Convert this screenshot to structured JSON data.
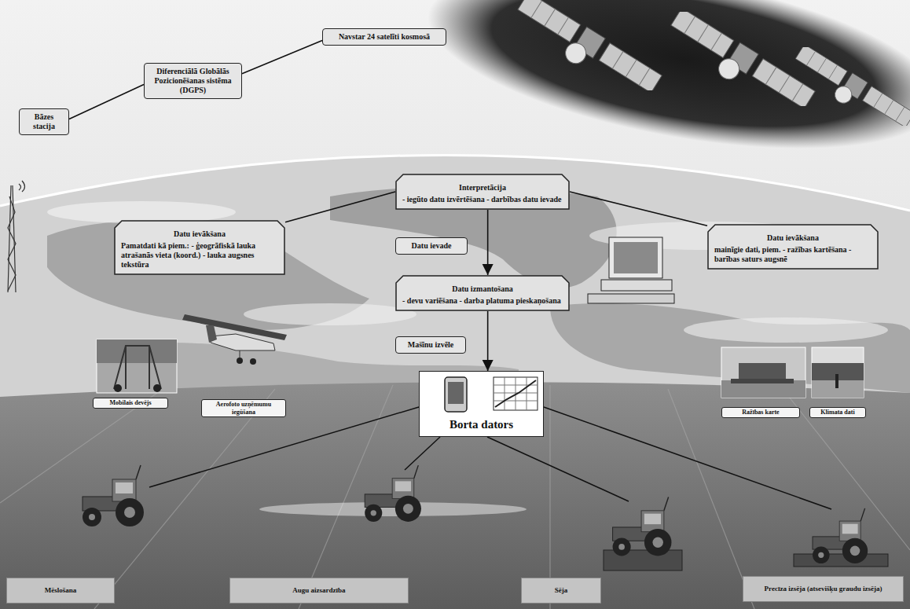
{
  "diagram": {
    "nodes": [
      {
        "text": [
          "Navstar 24 satelīti kosmosā"
        ]
      },
      {
        "text": [
          "Diferenciālā Globālās Pozicionēšanas sistēma (DGPS)"
        ]
      },
      {
        "text": [
          "Bāzes stacija"
        ]
      },
      {
        "text": [
          "Interpretācija",
          "- iegūto datu izvērtēšana - darbības datu ievade"
        ]
      },
      {
        "text": [
          "Datu ievākšana",
          "Pamatdati kā piem.: - ģeogrāfiskā lauka atrašanās vieta (koord.) - lauka augsnes tekstūra"
        ]
      },
      {
        "text": [
          "Datu ievākšana",
          "mainīgie dati, piem. - ražības kartēšana - barības saturs augsnē"
        ]
      },
      {
        "text": [
          "Datu ievade"
        ]
      },
      {
        "text": [
          "Datu izmantošana",
          "- devu variēšana - darba platuma pieskaņošana"
        ]
      },
      {
        "text": [
          "Mašīnu izvēle"
        ]
      },
      {
        "text": [
          "Mobilais devējs"
        ]
      },
      {
        "text": [
          "Aerofoto uzņēmumu iegūšana"
        ]
      },
      {
        "text": [
          "Borta dators"
        ]
      },
      {
        "text": [
          "Ražības karte"
        ]
      },
      {
        "text": [
          "Klimata dati"
        ]
      },
      {
        "text": [
          "Mēslošana"
        ]
      },
      {
        "text": [
          "Augu aizsardzība"
        ]
      },
      {
        "text": [
          "Sēja"
        ]
      },
      {
        "text": [
          "Precīza izsēja (atsevišķu graudu izsēja)"
        ]
      }
    ],
    "edges": [
      {
        "from": 2,
        "to": 1,
        "arrow": "none"
      },
      {
        "from": 1,
        "to": 0,
        "arrow": "none"
      },
      {
        "from": 3,
        "to": 4,
        "arrow": "none"
      },
      {
        "from": 3,
        "to": 5,
        "arrow": "none"
      },
      {
        "from": 3,
        "to": 7,
        "arrow": "to"
      },
      {
        "from": 7,
        "to": 11,
        "arrow": "to"
      }
    ]
  }
}
